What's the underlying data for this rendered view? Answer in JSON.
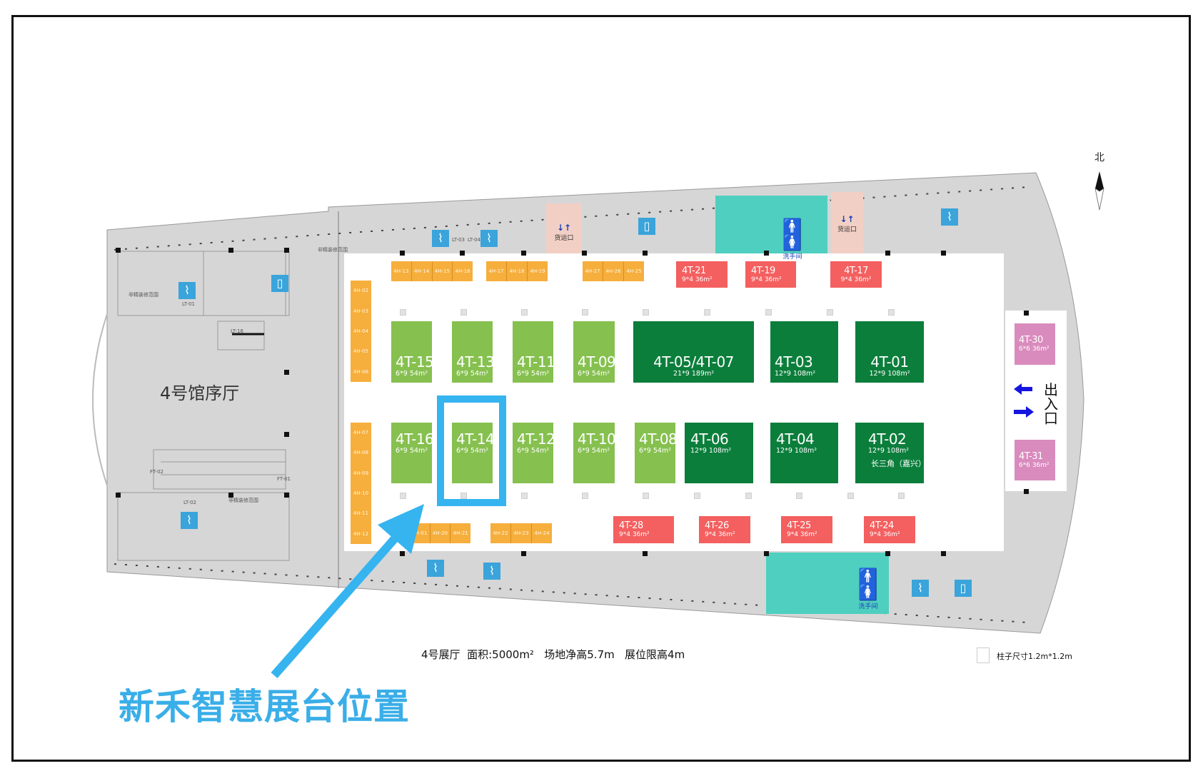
{
  "map": {
    "lobby_label": "4号馆序厅",
    "north_label": "北",
    "entrance_label": "出入口",
    "info": {
      "hall": "4号展厅",
      "area": "面积:5000m²",
      "clear_height": "场地净高5.7m",
      "booth_height_limit": "展位限高4m"
    },
    "pillar_note": "柱子尺寸1.2m*1.2m",
    "highlight_caption": "新禾智慧展台位置",
    "highlighted_booth": "4T-14"
  },
  "facilities": {
    "freight_west": "货运口",
    "freight_east": "货运口",
    "restroom_north": "洗手间",
    "restroom_south": "洗手间",
    "stair_labels": [
      "LT-01",
      "LT-02",
      "LT-03",
      "LT-04",
      "LT-16",
      "FT-01",
      "FT-02"
    ],
    "zone_note": "非精装修范围"
  },
  "booths": {
    "green_north": [
      {
        "id": "4T-15",
        "dims": "6*9   54m²"
      },
      {
        "id": "4T-13",
        "dims": "6*9   54m²"
      },
      {
        "id": "4T-11",
        "dims": "6*9   54m²"
      },
      {
        "id": "4T-09",
        "dims": "6*9   54m²"
      },
      {
        "id": "4T-05/4T-07",
        "dims": "21*9   189m²"
      },
      {
        "id": "4T-03",
        "dims": "12*9   108m²"
      },
      {
        "id": "4T-01",
        "dims": "12*9   108m²"
      }
    ],
    "green_south": [
      {
        "id": "4T-16",
        "dims": "6*9   54m²"
      },
      {
        "id": "4T-14",
        "dims": "6*9   54m²"
      },
      {
        "id": "4T-12",
        "dims": "6*9   54m²"
      },
      {
        "id": "4T-10",
        "dims": "6*9   54m²"
      },
      {
        "id": "4T-08",
        "dims": "6*9   54m²"
      },
      {
        "id": "4T-06",
        "dims": "12*9   108m²"
      },
      {
        "id": "4T-04",
        "dims": "12*9   108m²"
      },
      {
        "id": "4T-02",
        "dims": "12*9   108m²",
        "note": "长三角（嘉兴）"
      }
    ],
    "red_north": [
      {
        "id": "4T-21",
        "dims": "9*4   36m²"
      },
      {
        "id": "4T-19",
        "dims": "9*4   36m²"
      },
      {
        "id": "4T-17",
        "dims": "9*4   36m²"
      }
    ],
    "red_south": [
      {
        "id": "4T-28",
        "dims": "9*4   36m²"
      },
      {
        "id": "4T-26",
        "dims": "9*4   36m²"
      },
      {
        "id": "4T-25",
        "dims": "9*4   36m²"
      },
      {
        "id": "4T-24",
        "dims": "9*4   36m²"
      }
    ],
    "pink_east": [
      {
        "id": "4T-30",
        "dims": "6*6   36m²"
      },
      {
        "id": "4T-31",
        "dims": "6*6   36m²"
      }
    ],
    "orange_north_a": [
      "4H-13",
      "4H-14",
      "4H-15",
      "4H-16"
    ],
    "orange_north_b": [
      "4H-17",
      "4H-18",
      "4H-19"
    ],
    "orange_north_c": [
      "4H-27",
      "4H-26",
      "4H-25"
    ],
    "orange_west_a": [
      "4H-02",
      "4H-03",
      "4H-04",
      "4H-05",
      "4H-06"
    ],
    "orange_west_b": [
      "4H-07",
      "4H-08",
      "4H-09",
      "4H-10",
      "4H-11",
      "4H-12"
    ],
    "orange_south_a": [
      "4H-01",
      "4H-20",
      "4H-21"
    ],
    "orange_south_b": [
      "4H-22",
      "4H-23",
      "4H-24"
    ]
  },
  "colors": {
    "standard_booth": "#86c04f",
    "large_booth": "#0b7e3b",
    "small_booth": "#f45f5f",
    "shell_booth": "#f6ae3c",
    "entrance_booth": "#d98bbd",
    "highlight": "#36b4ef",
    "restroom_area": "#4fcfbf",
    "freight_area": "#f2cfc4",
    "building": "#d6d6d6"
  }
}
